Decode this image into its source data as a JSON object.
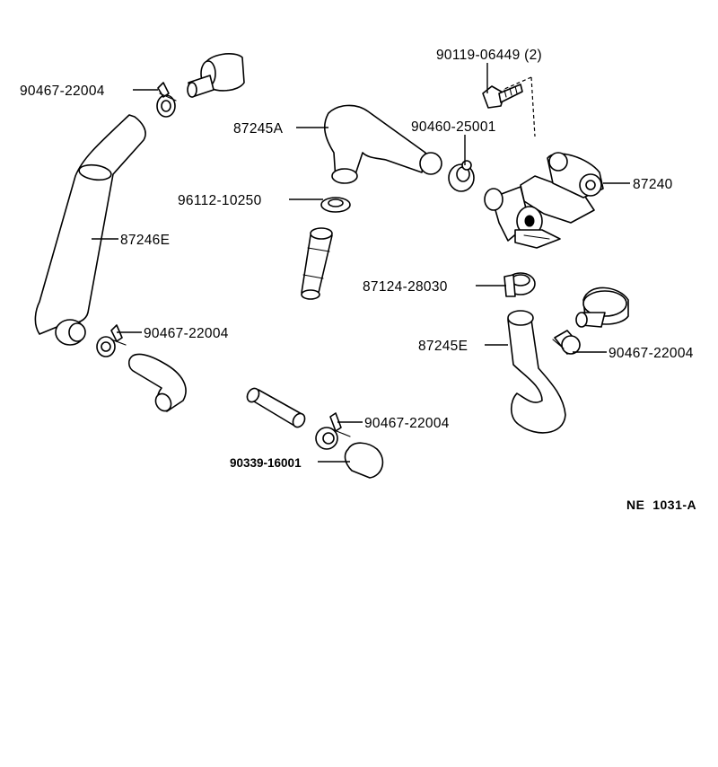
{
  "labels": {
    "clamp_top_left": "90467-22004",
    "bolt_top": "90119-06449 (2)",
    "hose_87245a": "87245A",
    "clip_90460": "90460-25001",
    "vsv_87240": "87240",
    "clip_96112": "96112-10250",
    "hose_87246e": "87246E",
    "clamp_87124": "87124-28030",
    "clamp_left_mid": "90467-22004",
    "hose_87245e": "87245E",
    "clamp_right": "90467-22004",
    "clamp_bottom": "90467-22004",
    "cap_90339": "90339-16001"
  },
  "reference": "NE  1031-A"
}
